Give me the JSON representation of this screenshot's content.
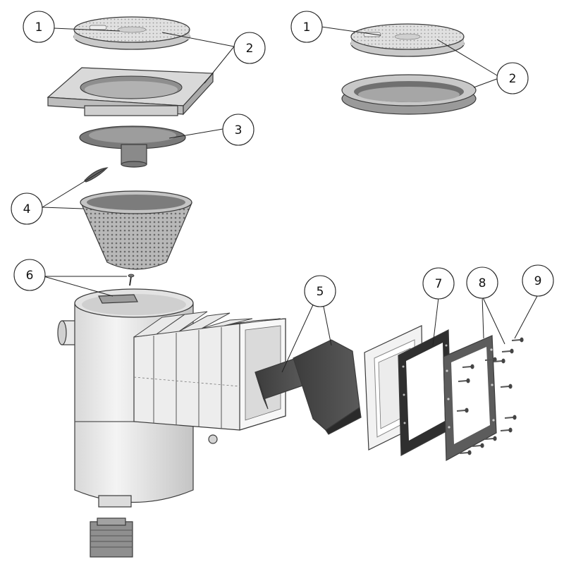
{
  "callouts": [
    {
      "id": "c1a",
      "label": "1"
    },
    {
      "id": "c2a",
      "label": "2"
    },
    {
      "id": "c3",
      "label": "3"
    },
    {
      "id": "c4",
      "label": "4"
    },
    {
      "id": "c1b",
      "label": "1"
    },
    {
      "id": "c2b",
      "label": "2"
    },
    {
      "id": "c5",
      "label": "5"
    },
    {
      "id": "c6",
      "label": "6"
    },
    {
      "id": "c7",
      "label": "7"
    },
    {
      "id": "c8",
      "label": "8"
    },
    {
      "id": "c9",
      "label": "9"
    }
  ]
}
